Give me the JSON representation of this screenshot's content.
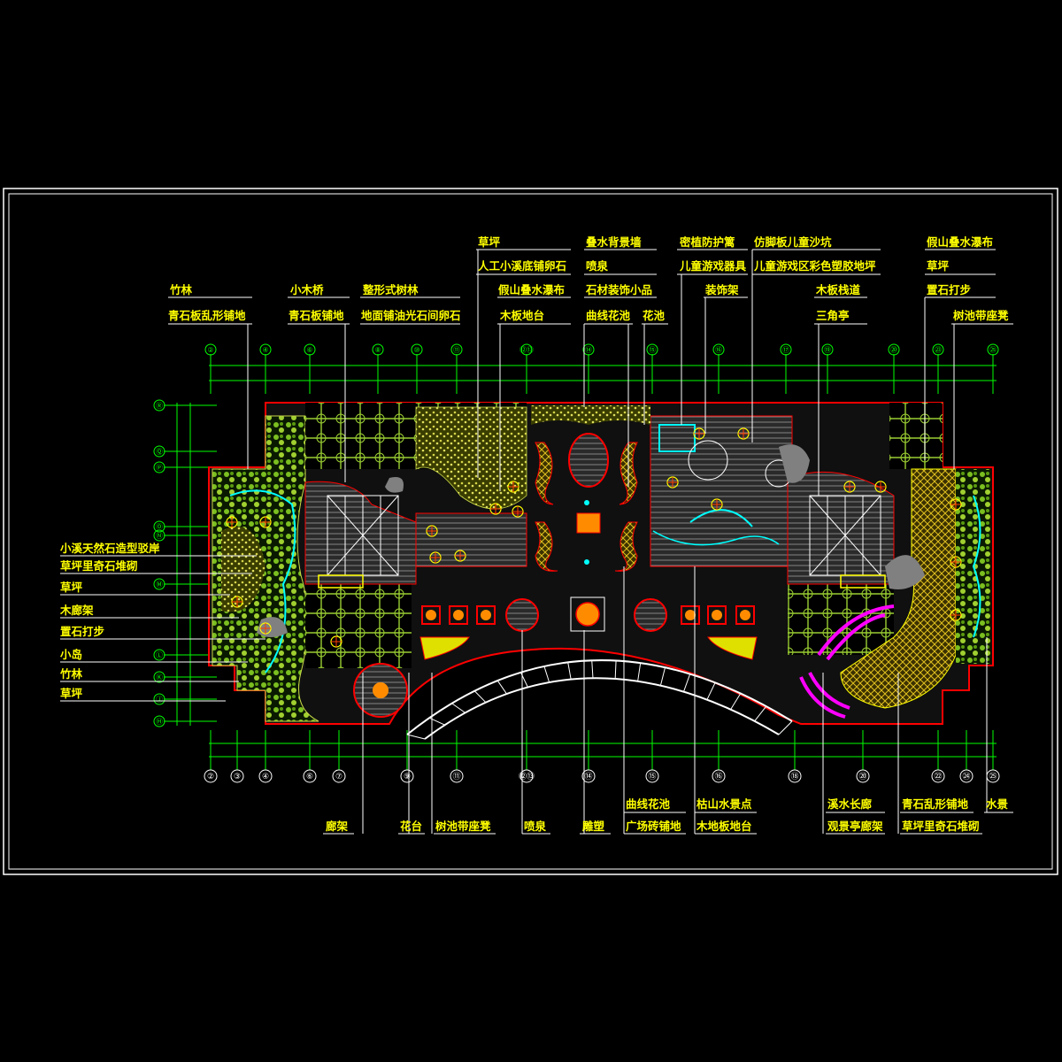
{
  "colors": {
    "background": "#000000",
    "frame": "#ffffff",
    "dimension": "#00ff00",
    "label": "#ffff00",
    "boundary": "#ff0000",
    "paving": "#ff8c00",
    "lawn": "#c8d848",
    "water": "#00ffff",
    "track": "#ff00ff"
  },
  "labels": {
    "top": {
      "zhulin": "竹林",
      "qingshiban_luan": "青石板乱形铺地",
      "xiaomuqiao": "小木桥",
      "qingshiban_pudi": "青石板铺地",
      "zhengxing_shulin": "整形式树林",
      "dimian_pu": "地面铺油光石间卵石",
      "caoping_top": "草坪",
      "rengong_xiaoxi": "人工小溪底铺卵石",
      "jiashan_dieshui": "假山叠水瀑布",
      "muban_didai": "木板地台",
      "dieshui_beijing": "叠水背景墙",
      "penquan_top": "喷泉",
      "shicai_xiaopin": "石材装饰小品",
      "quxian_huachi_top": "曲线花池",
      "huachi_top": "花池",
      "mizhi_fanghu": "密植防护篱",
      "ertong_qixie": "儿童游戏器具",
      "zhuangshijia": "装饰架",
      "fangjiaoban": "仿脚板儿童沙坑",
      "ertong_suojiao": "儿童游戏区彩色塑胶地坪",
      "muban_zhandao": "木板栈道",
      "sanjiaoting": "三角亭",
      "jiashan_pubu2": "假山叠水瀑布",
      "caoping2": "草坪",
      "zhishi_dabu": "置石打步",
      "shuchi_zuodeng": "树池带座凳"
    },
    "left": {
      "xiaoxi_tianran": "小溪天然石造型驳岸",
      "caoping_qishi": "草坪里奇石堆砌",
      "caoping_a": "草坪",
      "mulangjia": "木廊架",
      "zhishi": "置石打步",
      "xiaodao": "小岛",
      "zhulin_b": "竹林",
      "caoping_b": "草坪"
    },
    "bottom": {
      "langjia": "廊架",
      "huatai": "花台",
      "shuchi_zuodeng": "树池带座凳",
      "penquan": "喷泉",
      "diaosu": "雕塑",
      "quxian_huachi": "曲线花池",
      "guangchang_zhuan": "广场砖铺地",
      "kushan_shuijing": "枯山水景点",
      "mudi_bantai": "木地板地台",
      "xishui_changlang": "溪水长廊",
      "guanjingting": "观景亭廊架",
      "qingshi_luanxing": "青石乱形铺地",
      "shuijing": "水景",
      "caoping_qishi": "草坪里奇石堆砌"
    }
  },
  "axes": {
    "top": [
      "②",
      "④",
      "⑥",
      "⑧",
      "⑩",
      "⑪",
      "⑫⑬",
      "⑭",
      "⑮",
      "⑯",
      "⑰",
      "⑲",
      "⑳",
      "㉓",
      "㉕"
    ],
    "bottom": [
      "②",
      "③",
      "④",
      "⑥",
      "⑦",
      "⑨",
      "⑪",
      "⑫⑬",
      "⑭",
      "⑮",
      "⑯",
      "⑱",
      "⑳",
      "㉒",
      "㉔",
      "㉕"
    ],
    "left": [
      "Ⓡ",
      "Ⓠ",
      "Ⓟ",
      "Ⓞ",
      "Ⓝ",
      "Ⓜ",
      "Ⓛ",
      "Ⓚ",
      "Ⓙ",
      "Ⓗ"
    ]
  }
}
